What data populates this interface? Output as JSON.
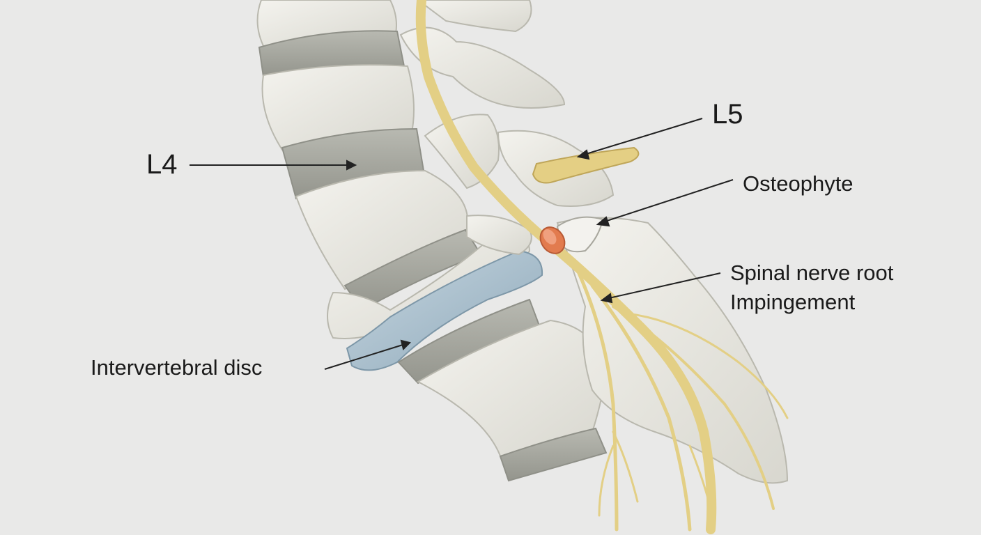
{
  "colors": {
    "background": "#e9e9e8",
    "bone": "#ecebe4",
    "bone_shadow": "#c9c8bf",
    "disc_gray": "#a9aaa2",
    "disc_blue": "#a9c0cf",
    "nerve": "#e8d58c",
    "impingement": "#e07a4f",
    "label_text": "#1a1a1a"
  },
  "labels": {
    "l4": "L4",
    "l5": "L5",
    "osteophyte": "Osteophyte",
    "nerve_root_line1": "Spinal nerve root",
    "nerve_root_line2": "Impingement",
    "disc": "Intervertebral disc"
  }
}
